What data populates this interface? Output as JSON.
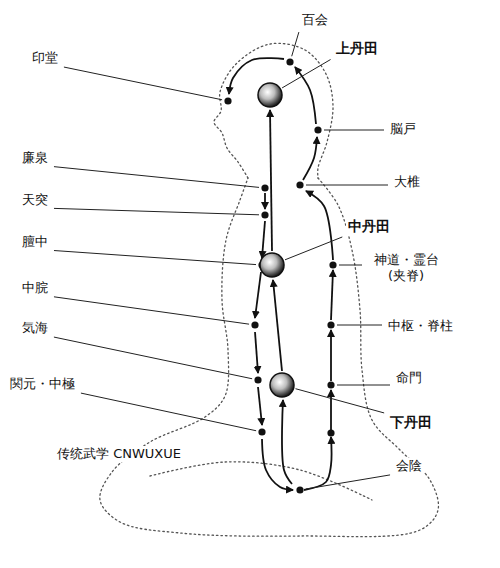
{
  "diagram": {
    "labels": [
      "百会",
      "印堂",
      "上丹田",
      "脳戸",
      "廉泉",
      "大椎",
      "天突",
      "中丹田",
      "膻中",
      "神道・霊台 (夹脊)",
      "中脘",
      "中枢・脊柱",
      "気海",
      "命門",
      "関元・中極",
      "下丹田",
      "会陰",
      "传统武学 CNWUXUE"
    ]
  }
}
